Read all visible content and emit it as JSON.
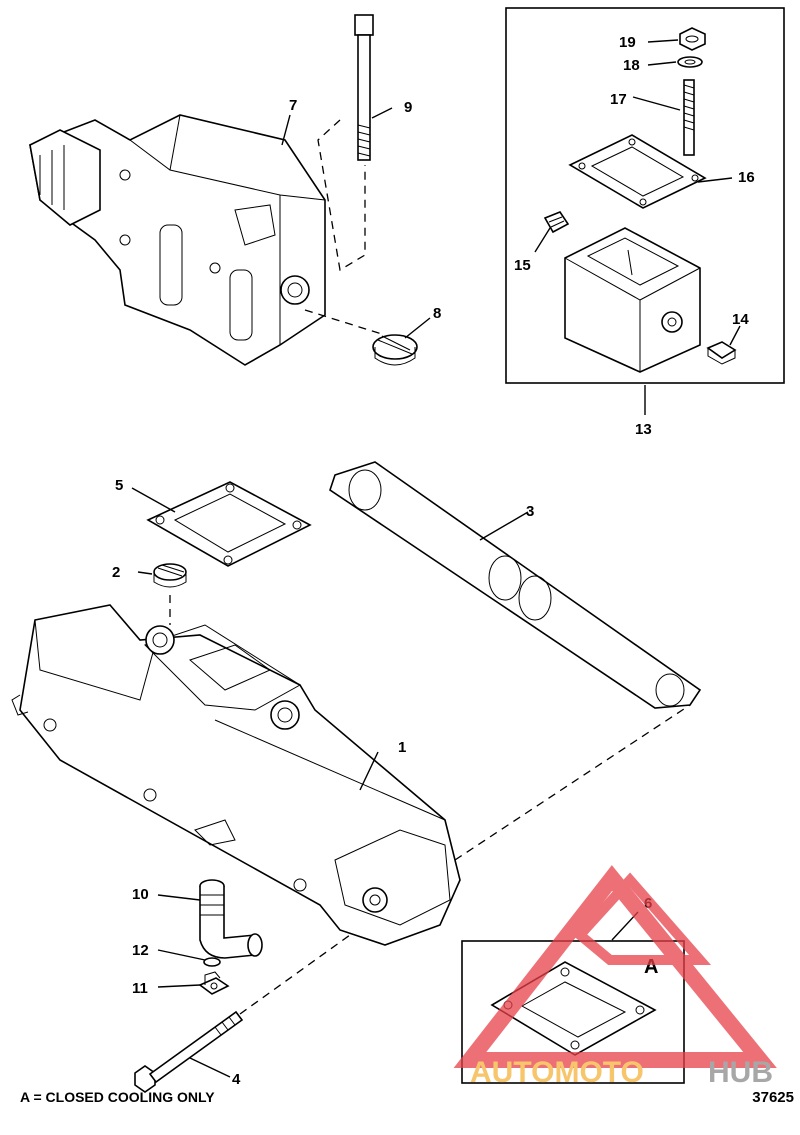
{
  "callouts": [
    "1",
    "2",
    "3",
    "4",
    "5",
    "6",
    "7",
    "8",
    "9",
    "10",
    "11",
    "12",
    "13",
    "14",
    "15",
    "16",
    "17",
    "18",
    "19"
  ],
  "detail_label": "A",
  "footnote": "A = CLOSED COOLING ONLY",
  "figure_number": "37625",
  "watermark": {
    "part1": "AUTOMOTO",
    "part2": "HUB"
  },
  "colors": {
    "line": "#000000",
    "watermark_red": "#e8414a",
    "watermark_orange": "#f4b23c",
    "watermark_gray": "#8a8a8a"
  }
}
